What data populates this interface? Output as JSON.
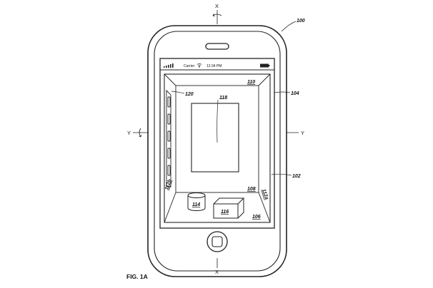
{
  "figure": {
    "caption": "FIG. 1A"
  },
  "status_bar": {
    "carrier": "Carrier",
    "time": "12:34 PM"
  },
  "axes": {
    "x_top": "X",
    "x_bottom": "X",
    "y_left": "Y",
    "y_right": "Y"
  },
  "refs": {
    "device": "100",
    "display": "102",
    "view": "104",
    "back_wall": "108",
    "top_wall": "110",
    "right_wall": "112a",
    "left_wall": "112b",
    "cylinder": "114",
    "cube": "116",
    "panel": "118",
    "shelf": "120",
    "floor": "106"
  }
}
